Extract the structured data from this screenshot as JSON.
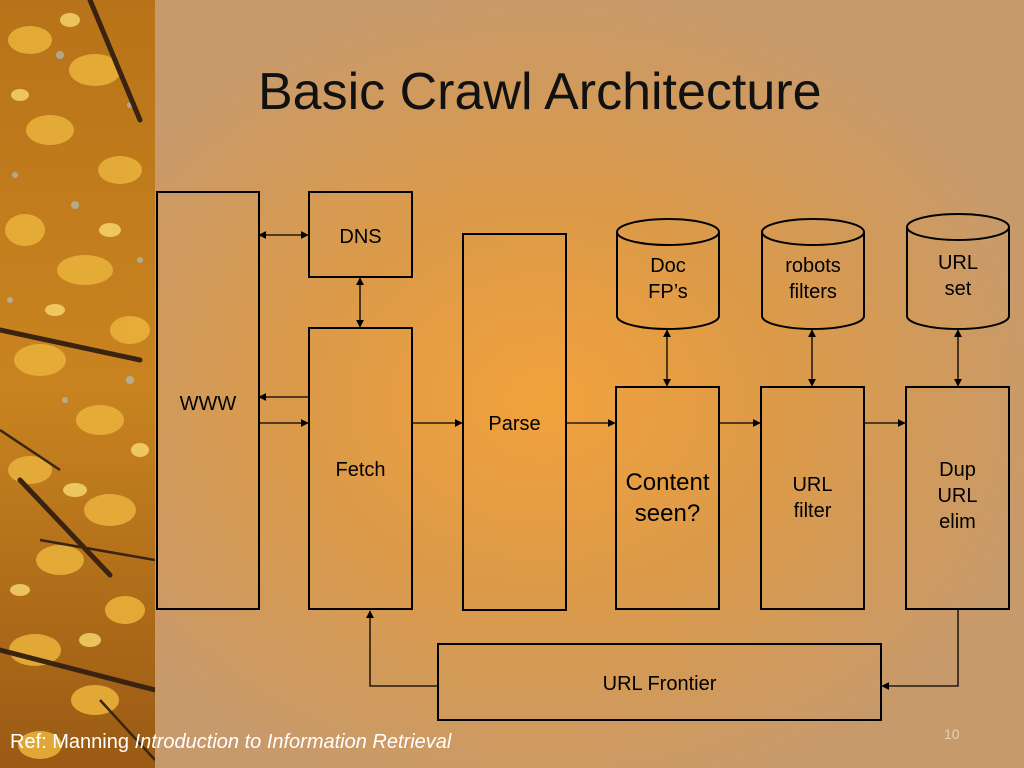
{
  "slide": {
    "title": "Basic Crawl Architecture",
    "page_number": "10",
    "reference": {
      "prefix": "Ref: Manning ",
      "book": "Introduction to Information Retrieval"
    }
  },
  "diagram": {
    "www": "WWW",
    "dns": "DNS",
    "fetch": "Fetch",
    "parse": "Parse",
    "content_seen": "Content\nseen?",
    "url_filter": "URL\nfilter",
    "dup_url_elim": "Dup\nURL\nelim",
    "doc_fps": "Doc\nFP’s",
    "robots_filters": "robots\nfilters",
    "url_set": "URL\nset",
    "url_frontier": "URL Frontier"
  },
  "colors": {
    "background": "#d99a48",
    "line": "#000000",
    "ref_text": "#ffffff"
  }
}
